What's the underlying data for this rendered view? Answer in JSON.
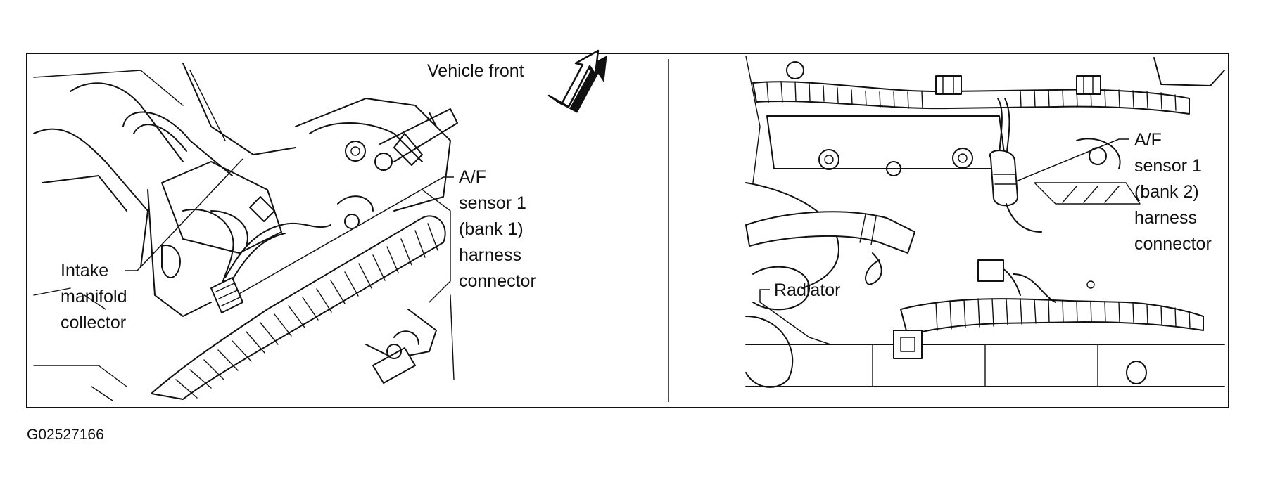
{
  "left_panel": {
    "vehicle_front_label": "Vehicle front",
    "af_sensor_label_lines": [
      "A/F",
      "sensor 1",
      "(bank 1)",
      "harness",
      "connector"
    ],
    "intake_label_lines": [
      "Intake",
      "manifold",
      "collector"
    ]
  },
  "right_panel": {
    "af_sensor_label_lines": [
      "A/F",
      "sensor 1",
      "(bank 2)",
      "harness",
      "connector"
    ],
    "radiator_label": "Radiator"
  },
  "figure_id": "G02527166",
  "icons": {
    "direction_arrow": "vehicle-front-arrow-icon"
  }
}
